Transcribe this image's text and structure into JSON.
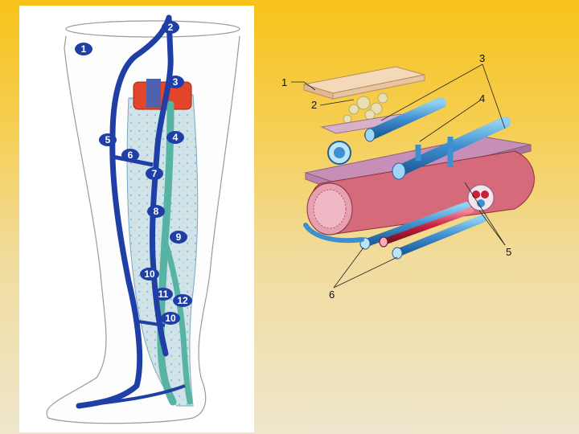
{
  "leg_diagram": {
    "markers": [
      "1",
      "2",
      "3",
      "4",
      "5",
      "6",
      "7",
      "8",
      "9",
      "10",
      "11",
      "12",
      "10"
    ]
  },
  "tissue_diagram": {
    "labels": [
      "1",
      "2",
      "3",
      "4",
      "5",
      "6"
    ]
  },
  "colors": {
    "vein_blue": "#1f3fa6",
    "vessel_light_blue": "#4f9fd6",
    "artery_red": "#c8203a",
    "muscle_red": "#d56b7a",
    "skin_pink": "#d9a6c4",
    "fascia_mauve": "#c58fb8",
    "fat_yellow": "#e8e0b0",
    "leg_tissue": "#cfe6ea",
    "teal_vein": "#57b3a3"
  }
}
